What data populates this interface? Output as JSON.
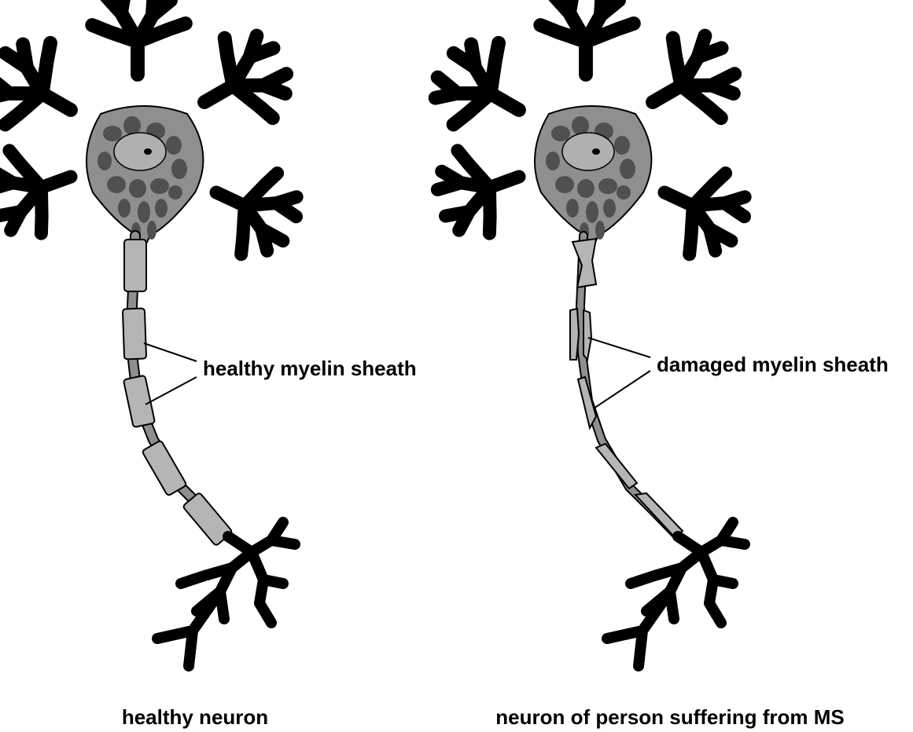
{
  "healthy": {
    "sheath_label": "healthy myelin sheath",
    "caption": "healthy neuron"
  },
  "damaged": {
    "sheath_label": "damaged myelin sheath",
    "caption": "neuron of person suffering from MS"
  },
  "colors": {
    "cell_body": "#8f8f8f",
    "organelle": "#505050",
    "nucleus": "#b0b0b0",
    "myelin": "#b5b5b5",
    "outline": "#000000",
    "background": "#ffffff"
  }
}
